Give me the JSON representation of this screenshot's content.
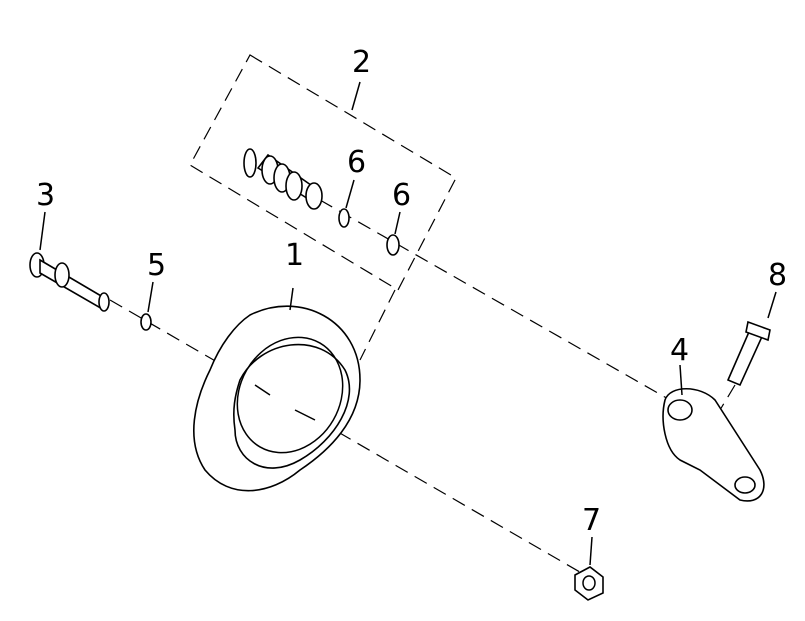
{
  "diagram": {
    "callouts": [
      {
        "id": "1",
        "part": "brake-shoe-assembly"
      },
      {
        "id": "2",
        "part": "camshaft-kit"
      },
      {
        "id": "3",
        "part": "pivot-pin"
      },
      {
        "id": "4",
        "part": "brake-arm"
      },
      {
        "id": "5",
        "part": "o-ring"
      },
      {
        "id": "6",
        "part": "o-ring"
      },
      {
        "id": "6b",
        "part": "o-ring"
      },
      {
        "id": "7",
        "part": "nut"
      },
      {
        "id": "8",
        "part": "bolt"
      }
    ],
    "labels": {
      "c1": "1",
      "c2": "2",
      "c3": "3",
      "c4": "4",
      "c5": "5",
      "c6a": "6",
      "c6b": "6",
      "c7": "7",
      "c8": "8"
    }
  }
}
